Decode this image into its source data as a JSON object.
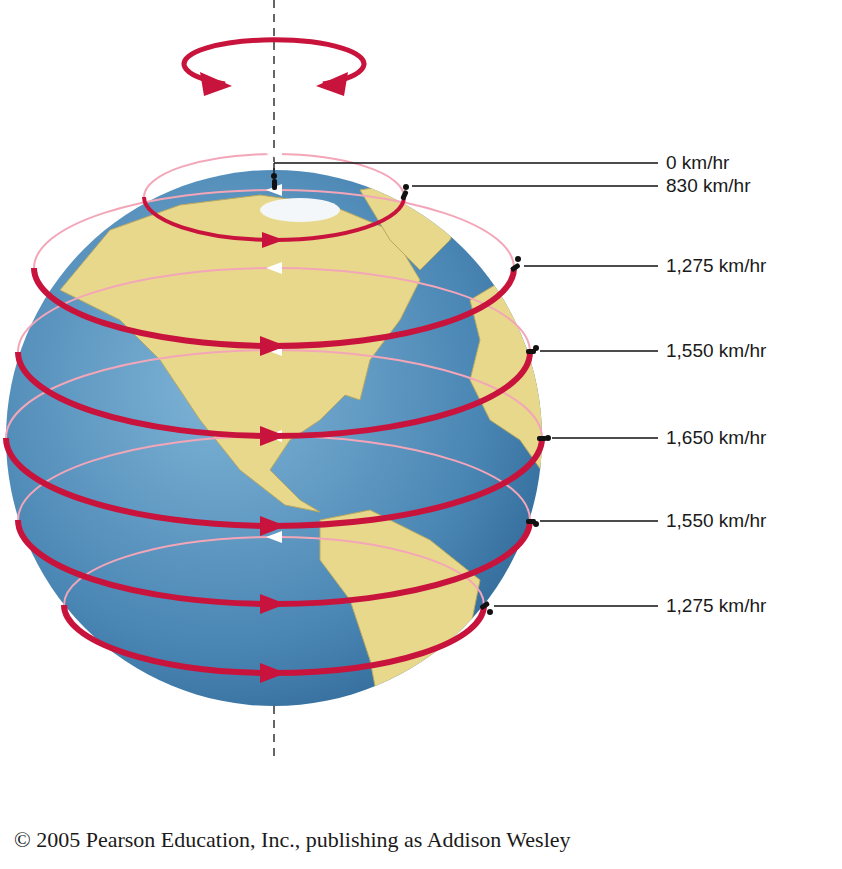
{
  "diagram": {
    "labels": [
      "0 km/hr",
      "830 km/hr",
      "1,275 km/hr",
      "1,550 km/hr",
      "1,650 km/hr",
      "1,550 km/hr",
      "1,275 km/hr",
      "© 2005 Pearson Education, Inc., publishing as Addison Wesley"
    ]
  }
}
